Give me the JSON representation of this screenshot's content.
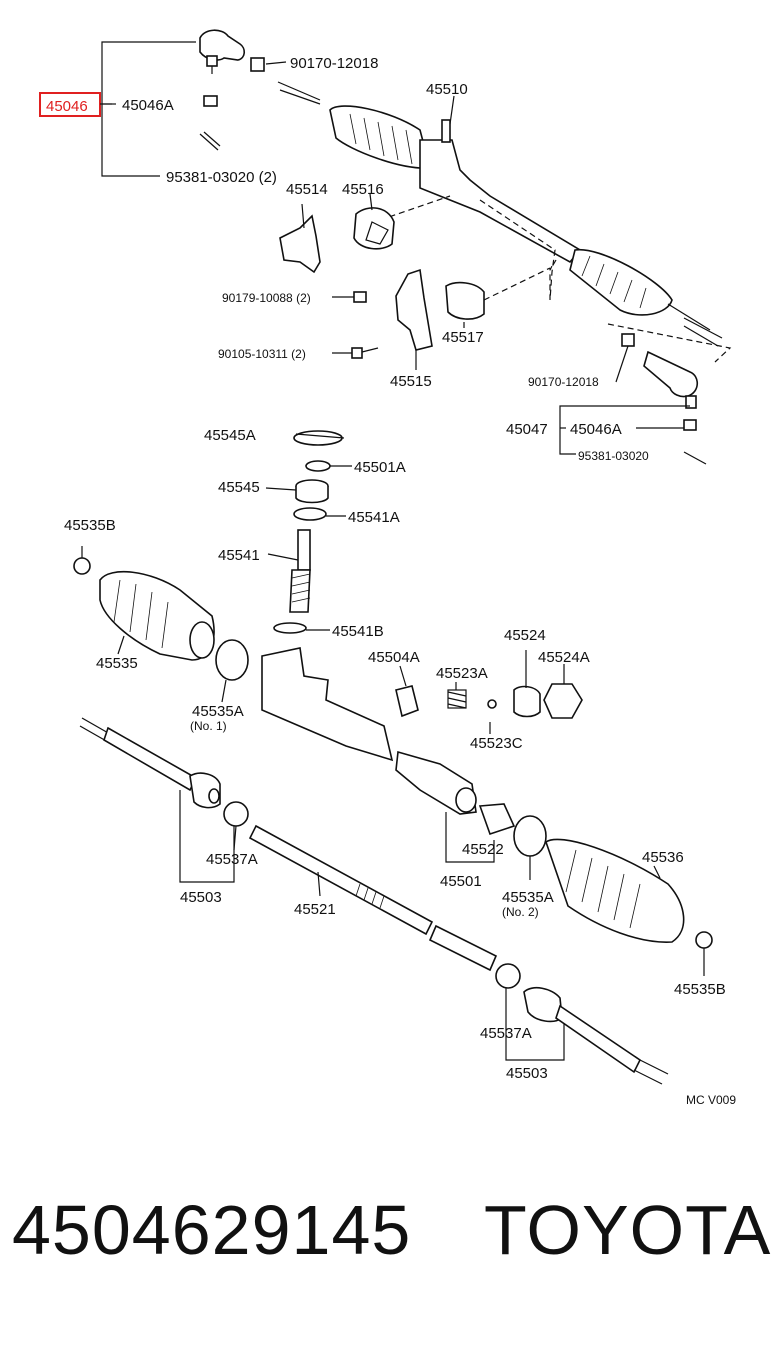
{
  "diagram": {
    "highlight": {
      "code": "45046",
      "color": "#e02020"
    },
    "labels": {
      "l45046A_top": "45046A",
      "l90170_top": "90170-12018",
      "l95381_top": "95381-03020 (2)",
      "l45510": "45510",
      "l45514": "45514",
      "l45516": "45516",
      "l90179": "90179-10088 (2)",
      "l90105": "90105-10311 (2)",
      "l45517": "45517",
      "l45515": "45515",
      "l90170_mid": "90170-12018",
      "l45047": "45047",
      "l45046A_mid": "45046A",
      "l95381_mid": "95381-03020",
      "l45545A": "45545A",
      "l45501A": "45501A",
      "l45545": "45545",
      "l45541A": "45541A",
      "l45535B_left": "45535B",
      "l45541": "45541",
      "l45541B": "45541B",
      "l45524": "45524",
      "l45504A": "45504A",
      "l45523A": "45523A",
      "l45524A": "45524A",
      "l45535": "45535",
      "l45535A_no1": "45535A",
      "l_no1": "(No. 1)",
      "l45523C": "45523C",
      "l45537A_left": "45537A",
      "l45503_left": "45503",
      "l45521": "45521",
      "l45522": "45522",
      "l45501": "45501",
      "l45535A_no2": "45535A",
      "l_no2": "(No. 2)",
      "l45536": "45536",
      "l45535B_right": "45535B",
      "l45537A_right": "45537A",
      "l45503_right": "45503",
      "code": "MC V009"
    }
  },
  "footer": {
    "part_number": "4504629145",
    "brand": "TOYOTA"
  }
}
